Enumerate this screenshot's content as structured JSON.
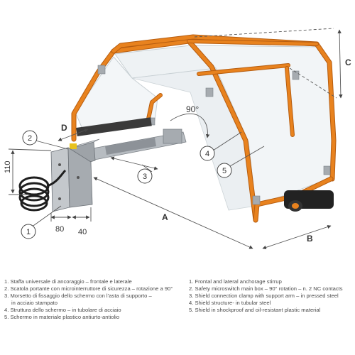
{
  "callouts": {
    "c1": "1",
    "c2": "2",
    "c3": "3",
    "c4": "4",
    "c5": "5"
  },
  "dimensions": {
    "A": "A",
    "B": "B",
    "C": "C",
    "D": "D",
    "height_110": "110",
    "width_80": "80",
    "width_40": "40",
    "rotation": "90°"
  },
  "legend_it": [
    "1. Staffa universale di ancoraggio – frontale e laterale",
    "2. Scatola portante con microinterruttore di sicurezza – rotazione a 90°",
    "3. Morsetto di fissaggio dello schermo con l’asta di supporto –",
    "    in acciaio stampato",
    "4. Struttura dello schermo – in tubolare di acciaio",
    "5. Schermo in materiale plastico antiurto-antiolio"
  ],
  "legend_en": [
    "1. Frontal and lateral anchorage stirrup",
    "2. Safety microswitch main box – 90° rotation – n. 2 NC contacts",
    "3. Shield connection clamp with support arm – in pressed steel",
    "4. Shield structure- in tubular steel",
    "5. Shield in shockproof and oil-resistant plastic material"
  ],
  "colors": {
    "frame_orange": "#e8821e",
    "frame_dark": "#b65d10",
    "steel": "#9aa0a6",
    "dim_line": "#555555",
    "legend_text": "#4a4a4a"
  }
}
